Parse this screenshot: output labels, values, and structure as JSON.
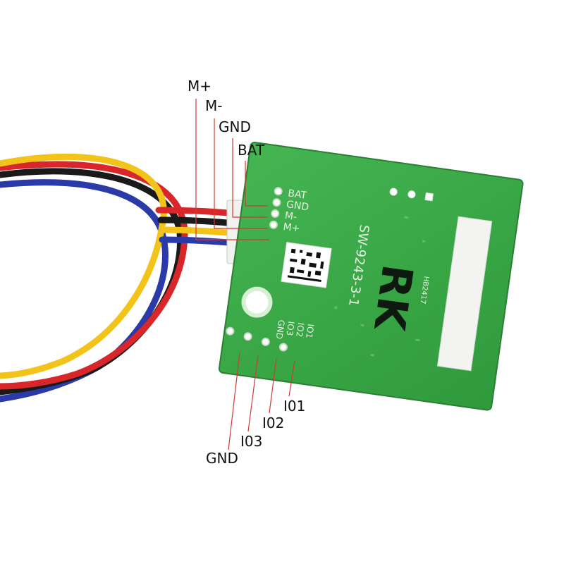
{
  "top_pins": [
    {
      "label": "M+"
    },
    {
      "label": "M-"
    },
    {
      "label": "GND"
    },
    {
      "label": "BAT"
    }
  ],
  "bottom_pins": [
    {
      "label": "I01"
    },
    {
      "label": "I02"
    },
    {
      "label": "I03"
    },
    {
      "label": "GND"
    }
  ],
  "board": {
    "silk_connector": [
      "BAT",
      "GND",
      "M-",
      "M+"
    ],
    "silk_io": [
      "IO1",
      "IO2",
      "IO3",
      "GND"
    ],
    "part_number": "SW-9243-3-1",
    "handwritten": "RK",
    "small_code": "HB2417"
  },
  "colors": {
    "pcb": "#3aa846",
    "pcb_dark": "#2f8f3a",
    "leader": "#d23a32",
    "wire_red": "#d8262a",
    "wire_black": "#1a1a1a",
    "wire_yellow": "#f2c318",
    "wire_blue": "#2a3aa8"
  }
}
